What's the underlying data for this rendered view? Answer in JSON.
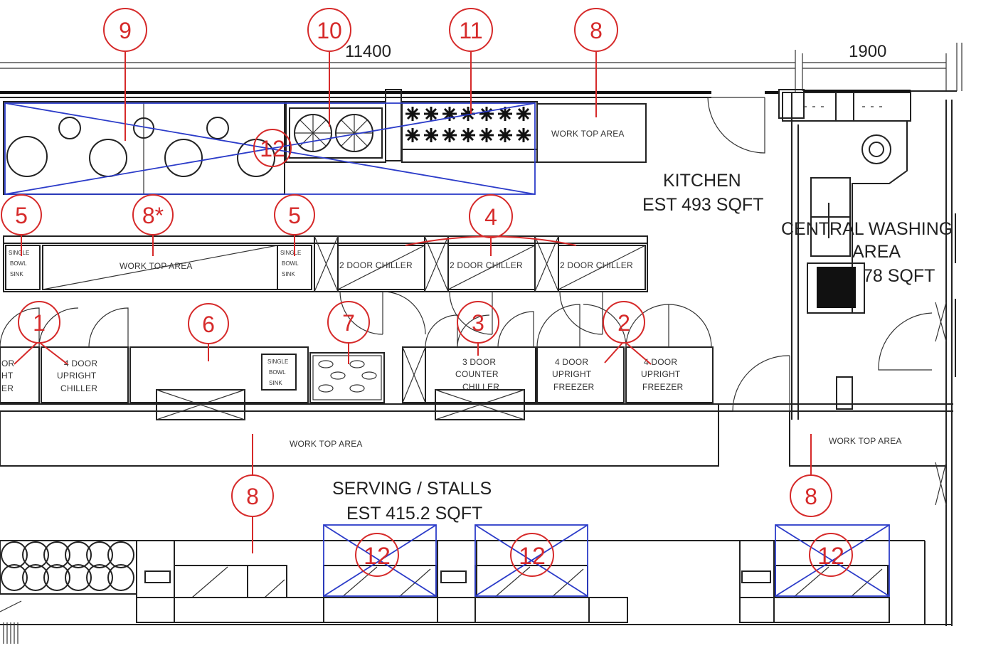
{
  "dimensions": {
    "overall": "11400",
    "washing": "1900"
  },
  "rooms": {
    "kitchen": {
      "name": "KITCHEN",
      "area": "EST 493 SQFT"
    },
    "washing": {
      "name": "CENTRAL WASHING",
      "name2": "AREA",
      "area": "78 SQFT"
    },
    "serving": {
      "name": "SERVING / STALLS",
      "area": "EST 415.2 SQFT"
    }
  },
  "equipment": {
    "work_top": "WORK TOP AREA",
    "two_door_chiller": "2 DOOR CHILLER",
    "sink": {
      "l1": "SINGLE",
      "l2": "BOWL",
      "l3": "SINK"
    },
    "upright_chiller_partial": {
      "l1": "OR",
      "l2": "HT",
      "l3": "ER"
    },
    "four_door_upright_chiller": {
      "l1": "4 DOOR",
      "l2": "UPRIGHT",
      "l3": "CHILLER"
    },
    "three_door_counter_chiller": {
      "l1": "3 DOOR",
      "l2": "COUNTER",
      "l3": "CHILLER"
    },
    "four_door_upright_freezer": {
      "l1": "4 DOOR",
      "l2": "UPRIGHT",
      "l3": "FREEZER"
    }
  },
  "tags": [
    "1",
    "2",
    "3",
    "4",
    "5",
    "6",
    "7",
    "8",
    "8*",
    "9",
    "10",
    "11",
    "12"
  ],
  "colors": {
    "annotation": "#d62a2a",
    "highlight": "#2c3cc9",
    "linework": "#222222"
  }
}
